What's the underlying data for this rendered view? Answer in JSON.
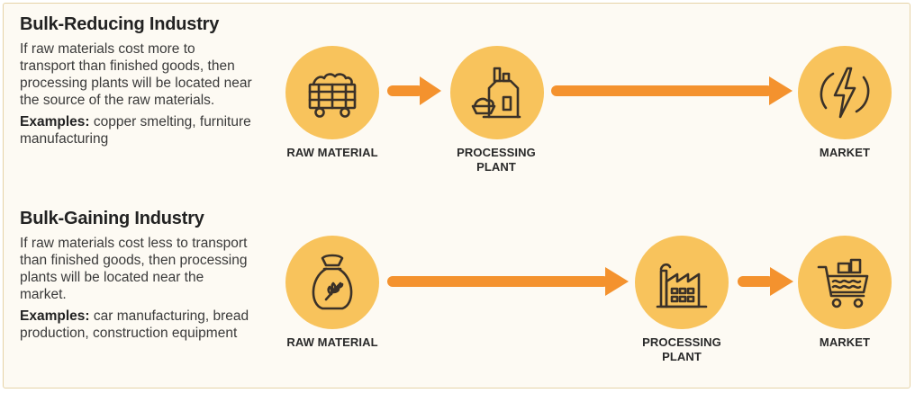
{
  "bulk_reducing": {
    "title": "Bulk-Reducing Industry",
    "description": "If raw materials cost more to transport than finished goods, then processing plants will be located near the source of the raw materials.",
    "examples_label": "Examples:",
    "examples_text": " copper smelting, furniture manufacturing",
    "nodes": {
      "raw_material": "RAW MATERIAL",
      "processing_plant": "PROCESSING PLANT",
      "market": "MARKET"
    },
    "icons": [
      "mine-cart-icon",
      "processing-plant-icon",
      "lightning-bolt-icon"
    ]
  },
  "bulk_gaining": {
    "title": "Bulk-Gaining Industry",
    "description": "If raw materials cost less to transport than finished goods, then processing plants will be located near the market.",
    "examples_label": "Examples:",
    "examples_text": " car manufacturing, bread production, construction equipment",
    "nodes": {
      "raw_material": "RAW MATERIAL",
      "processing_plant": "PROCESSING PLANT",
      "market": "MARKET"
    },
    "icons": [
      "grain-sack-icon",
      "factory-icon",
      "shopping-cart-icon"
    ]
  },
  "colors": {
    "circle_fill": "#f8c35c",
    "arrow": "#f4922e",
    "icon_stroke": "#3a3128",
    "panel_bg": "#fdfaf3",
    "panel_border": "#e6d3a7"
  }
}
